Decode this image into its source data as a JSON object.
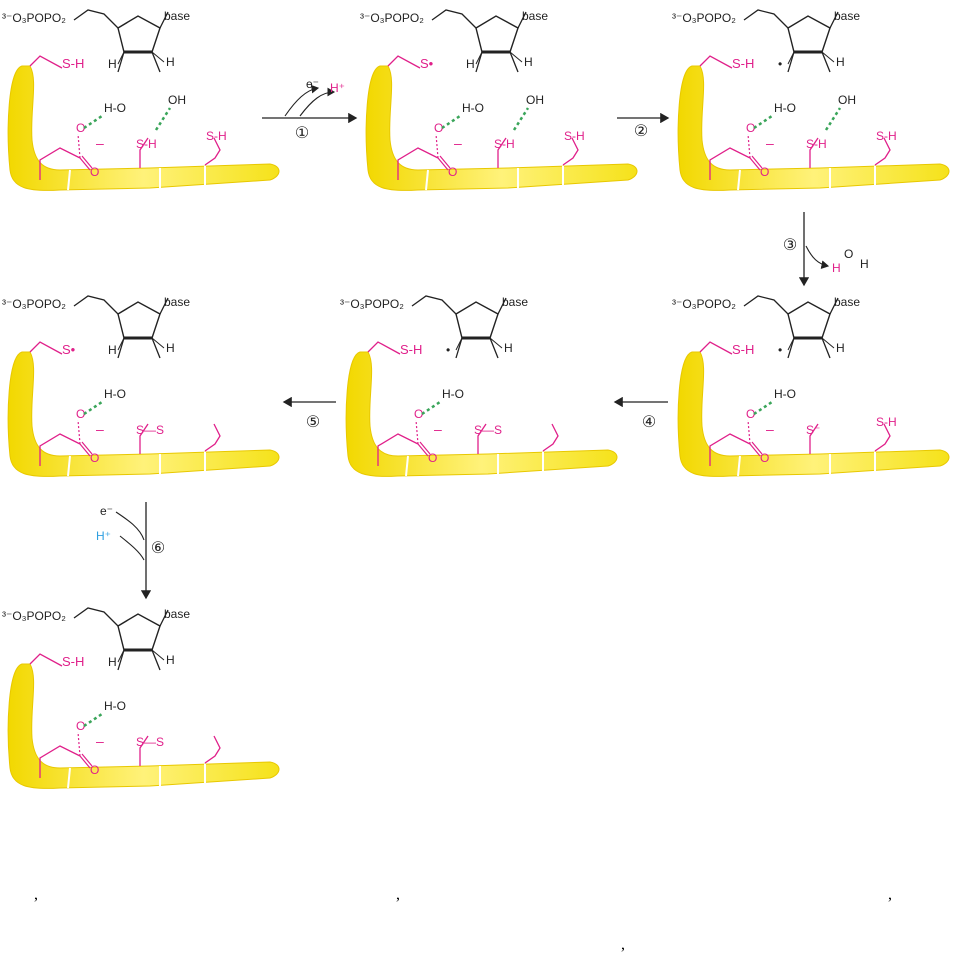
{
  "colors": {
    "protein": "#f5e21a",
    "protein_edge": "#e2c400",
    "cys": "#e0208a",
    "ink": "#222222",
    "hbond": "#3aa55a",
    "blue_h": "#2f9fe0"
  },
  "labels": {
    "phosphate": "³⁻O₃POPO₂",
    "base": "base",
    "electron": "e⁻",
    "proton": "H⁺",
    "water_h": "H",
    "water_o": "O",
    "minus": "–"
  },
  "steps": [
    "①",
    "②",
    "③",
    "④",
    "⑤",
    "⑥"
  ],
  "stray_marks": [
    ",",
    ",",
    ",",
    ","
  ],
  "panels": [
    {
      "name": "panel-1",
      "thiyl": "S-H",
      "c3": "H",
      "c2": "H",
      "oh2": "OH",
      "mid_s": "S-H",
      "right_s": "S-H"
    },
    {
      "name": "panel-2",
      "thiyl": "S•",
      "c3": "H",
      "c2": "H",
      "oh2": "OH",
      "mid_s": "S-H",
      "right_s": "S-H"
    },
    {
      "name": "panel-3",
      "thiyl": "S-H",
      "c3": "•",
      "c2": "H",
      "oh2": "OH",
      "mid_s": "S-H",
      "right_s": "S-H"
    },
    {
      "name": "panel-4",
      "thiyl": "S-H",
      "c3": "•",
      "c2": "H",
      "oh2": "",
      "mid_s": "S⁻",
      "right_s": "S-H"
    },
    {
      "name": "panel-5",
      "thiyl": "S-H",
      "c3": "•",
      "c2": "H",
      "oh2": "",
      "mid_s": "S—S",
      "right_s": ""
    },
    {
      "name": "panel-6",
      "thiyl": "S•",
      "c3": "H",
      "c2": "H",
      "oh2": "",
      "mid_s": "S—S",
      "right_s": ""
    },
    {
      "name": "panel-7",
      "thiyl": "S-H",
      "c3": "H",
      "c2": "H",
      "oh2": "",
      "mid_s": "S—S",
      "right_s": ""
    }
  ]
}
